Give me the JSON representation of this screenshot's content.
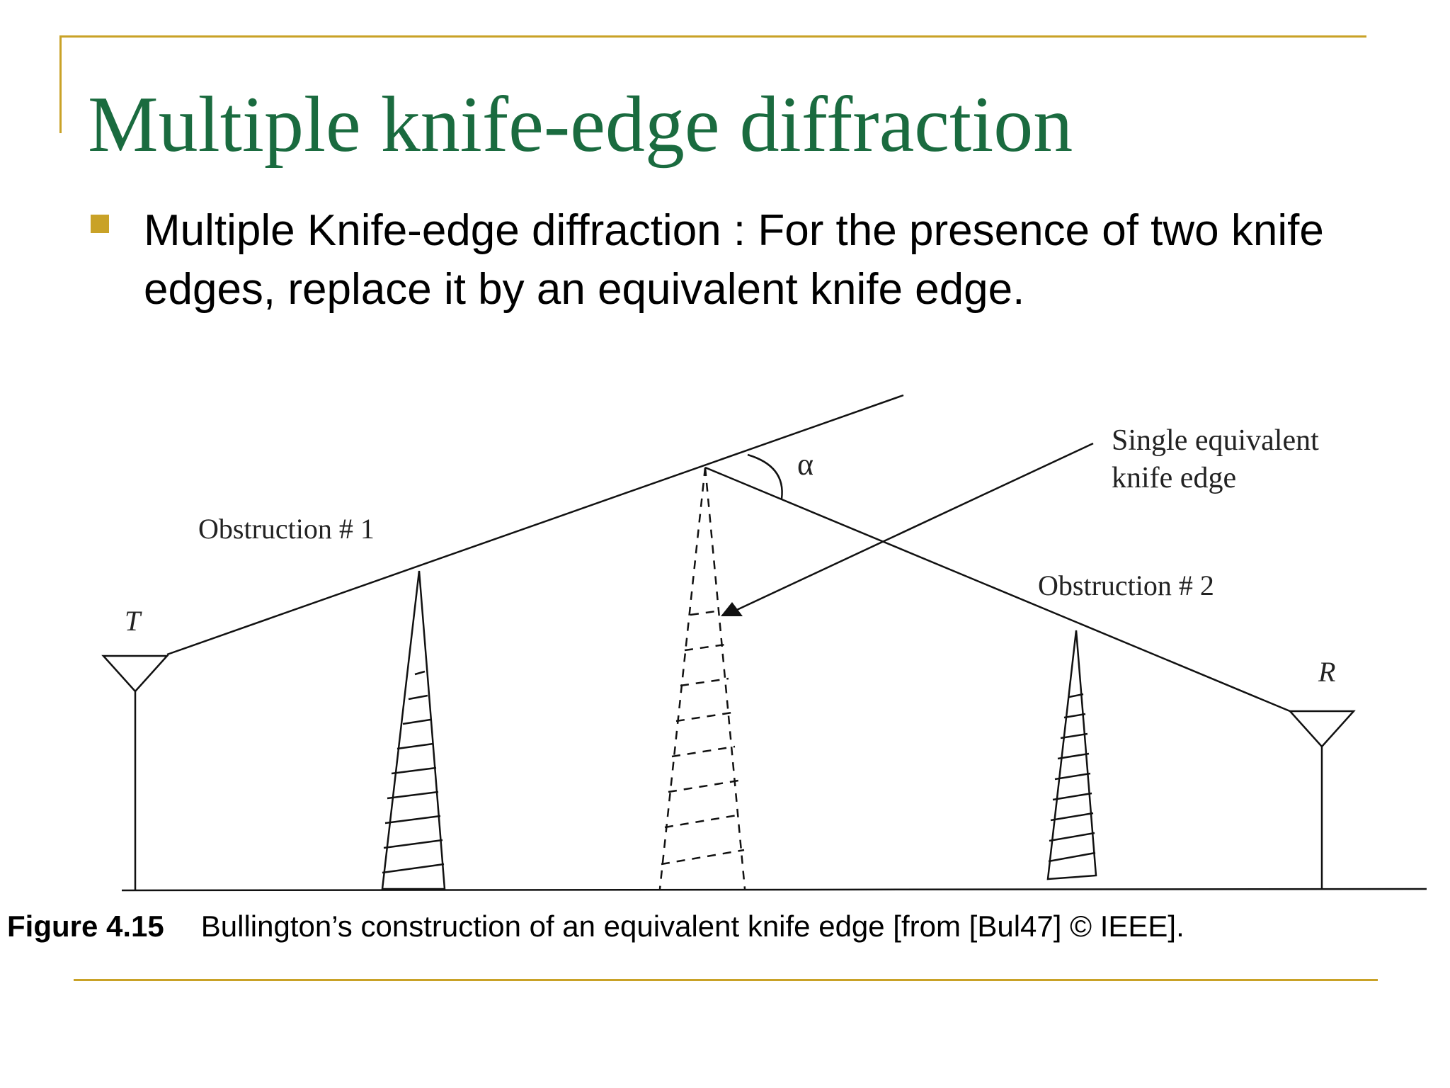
{
  "slide": {
    "title": "Multiple knife-edge diffraction",
    "bullet": "Multiple Knife-edge diffraction : For the presence of two knife edges, replace it by an equivalent knife edge."
  },
  "diagram": {
    "labels": {
      "single_equivalent_line1": "Single equivalent",
      "single_equivalent_line2": "knife edge",
      "alpha": "α",
      "obstruction1": "Obstruction # 1",
      "obstruction2": "Obstruction # 2",
      "transmitter": "T",
      "receiver": "R"
    }
  },
  "caption": {
    "figure_number": "Figure 4.15",
    "text": "Bullington’s construction of an equivalent knife edge [from [Bul47] © IEEE]."
  },
  "colors": {
    "accent_gold": "#c9a227",
    "title_green": "#1a6b3f",
    "ink": "#111111"
  }
}
